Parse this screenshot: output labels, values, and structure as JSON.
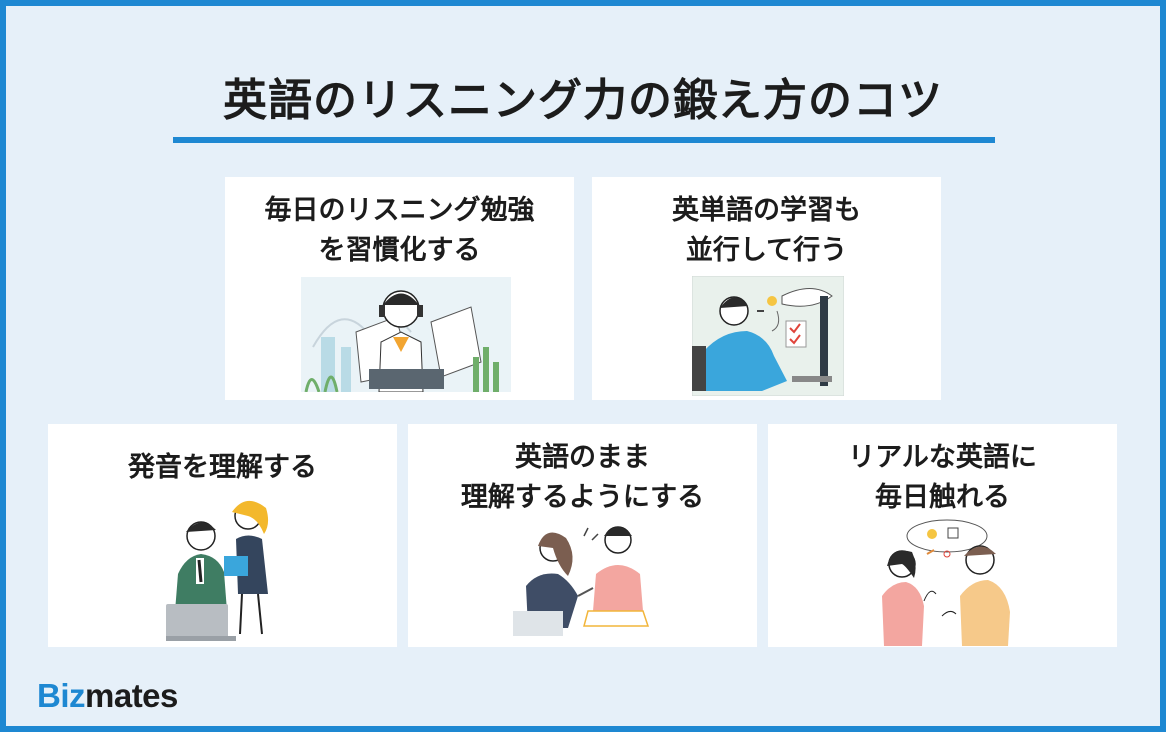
{
  "title": "英語のリスニング力の鍛え方のコツ",
  "cards": [
    {
      "line1": "毎日のリスニング勉強",
      "line2": "を習慣化する",
      "illustration": "man-with-headphones-studying"
    },
    {
      "line1": "英単語の学習も",
      "line2": "並行して行う",
      "illustration": "man-at-computer-thinking"
    },
    {
      "line1": "発音を理解する",
      "line2": "",
      "illustration": "two-people-talking-office"
    },
    {
      "line1": "英語のまま",
      "line2": "理解するようにする",
      "illustration": "two-women-conversation"
    },
    {
      "line1": "リアルな英語に",
      "line2": "毎日触れる",
      "illustration": "couple-chatting"
    }
  ],
  "logo": {
    "part1": "Biz",
    "part2": "mates"
  },
  "colors": {
    "accent": "#1e88d2",
    "background": "#e6f0f9",
    "card": "#ffffff",
    "text": "#1c1c1c"
  }
}
